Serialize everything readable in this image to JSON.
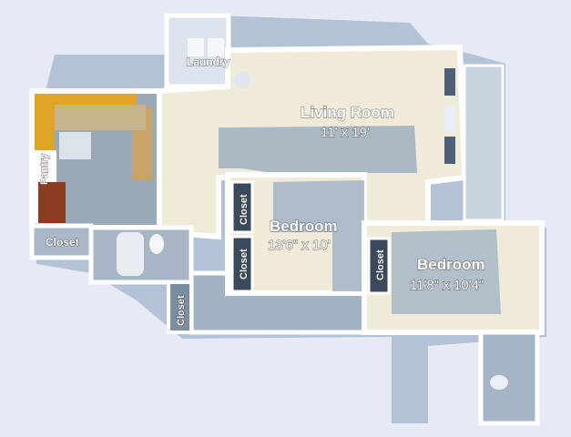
{
  "rooms": {
    "living_room": {
      "name": "Living Room",
      "dimensions": "11' x 19'"
    },
    "bedroom_1": {
      "name": "Bedroom",
      "dimensions": "13'6\" x 10'"
    },
    "bedroom_2": {
      "name": "Bedroom",
      "dimensions": "11'8\" x 10'4\""
    },
    "laundry": {
      "name": "Laundry"
    },
    "pantry": {
      "name": "Pantry"
    }
  },
  "closets": {
    "hall_closet": "Closet",
    "bedroom1_closet_upper": "Closet",
    "bedroom1_closet_lower": "Closet",
    "bedroom2_closet": "Closet",
    "bath_closet": "Closet"
  },
  "colors": {
    "background": "#e6eaf4",
    "wall": "#ffffff",
    "floor_carpet": "#f1ead9",
    "floor_tile": "#9aa8b8",
    "shadow": "#a9b9cc",
    "cabinet": "#e0a526",
    "countertop": "#c9a36a"
  }
}
